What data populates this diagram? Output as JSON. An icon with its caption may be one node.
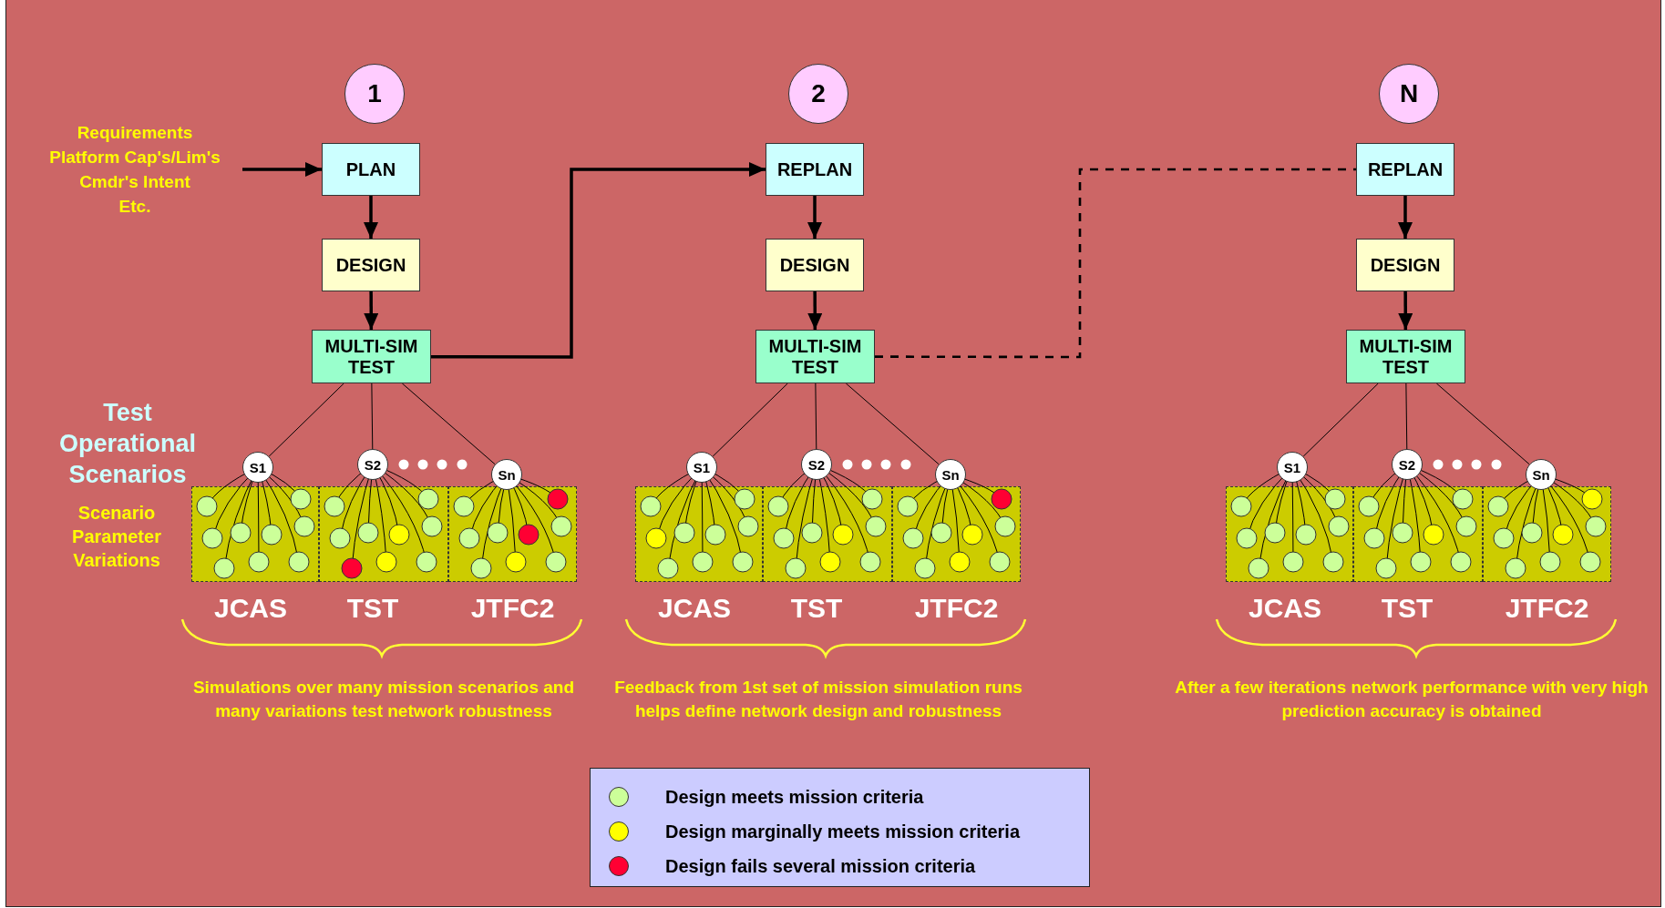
{
  "diagram": {
    "nodes": [
      {
        "text": [
          "Requirements",
          "Platform Cap's/Lim's",
          "Cmdr's Intent",
          "Etc."
        ]
      },
      {
        "text": [
          "1"
        ]
      },
      {
        "text": [
          "PLAN"
        ]
      },
      {
        "text": [
          "DESIGN"
        ]
      },
      {
        "text": [
          "MULTI-SIM TEST"
        ]
      },
      {
        "text": [
          "S1"
        ]
      },
      {
        "text": [
          "S2"
        ]
      },
      {
        "text": [
          "Sn"
        ]
      },
      {
        "text": [],
        "shape": "box",
        "beside": [
          "JCAS"
        ]
      },
      {
        "text": [],
        "shape": "box",
        "beside": [
          "TST"
        ]
      },
      {
        "text": [],
        "shape": "box",
        "beside": [
          "JTFC2"
        ]
      },
      {
        "text": [
          "2"
        ]
      },
      {
        "text": [
          "REPLAN"
        ]
      },
      {
        "text": [
          "DESIGN"
        ]
      },
      {
        "text": [
          "MULTI-SIM TEST"
        ]
      },
      {
        "text": [
          "S1"
        ]
      },
      {
        "text": [
          "S2"
        ]
      },
      {
        "text": [
          "Sn"
        ]
      },
      {
        "text": [],
        "shape": "box",
        "beside": [
          "JCAS"
        ]
      },
      {
        "text": [],
        "shape": "box",
        "beside": [
          "TST"
        ]
      },
      {
        "text": [],
        "shape": "box",
        "beside": [
          "JTFC2"
        ]
      },
      {
        "text": [
          "N"
        ]
      },
      {
        "text": [
          "REPLAN"
        ]
      },
      {
        "text": [
          "DESIGN"
        ]
      },
      {
        "text": [
          "MULTI-SIM TEST"
        ]
      },
      {
        "text": [
          "S1"
        ]
      },
      {
        "text": [
          "S2"
        ]
      },
      {
        "text": [
          "Sn"
        ]
      },
      {
        "text": [],
        "shape": "box",
        "beside": [
          "JCAS"
        ]
      },
      {
        "text": [],
        "shape": "box",
        "beside": [
          "TST"
        ]
      },
      {
        "text": [],
        "shape": "box",
        "beside": [
          "JTFC2"
        ]
      }
    ],
    "edges": [
      {
        "from": 0,
        "to": 2,
        "arrow": "to"
      },
      {
        "from": 2,
        "to": 3,
        "arrow": "to"
      },
      {
        "from": 3,
        "to": 4,
        "arrow": "to"
      },
      {
        "from": 4,
        "to": 5,
        "arrow": "none"
      },
      {
        "from": 4,
        "to": 6,
        "arrow": "none"
      },
      {
        "from": 4,
        "to": 7,
        "arrow": "none"
      },
      {
        "from": 4,
        "to": 12,
        "arrow": "to"
      },
      {
        "from": 12,
        "to": 13,
        "arrow": "to"
      },
      {
        "from": 13,
        "to": 14,
        "arrow": "to"
      },
      {
        "from": 14,
        "to": 15,
        "arrow": "none"
      },
      {
        "from": 14,
        "to": 16,
        "arrow": "none"
      },
      {
        "from": 14,
        "to": 17,
        "arrow": "none"
      },
      {
        "from": 14,
        "to": 22,
        "arrow": "none",
        "style": "dashed"
      },
      {
        "from": 22,
        "to": 23,
        "arrow": "to"
      },
      {
        "from": 23,
        "to": 24,
        "arrow": "to"
      },
      {
        "from": 24,
        "to": 25,
        "arrow": "none"
      },
      {
        "from": 24,
        "to": 26,
        "arrow": "none"
      },
      {
        "from": 24,
        "to": 27,
        "arrow": "none"
      }
    ],
    "labels": [
      "Test Operational Scenarios",
      "Scenario Parameter Variations",
      "Simulations over many mission scenarios and many variations test network robustness",
      "Feedback from 1st set of mission simulation runs helps define network design and robustness",
      "After a few iterations network performance with very high prediction accuracy is obtained"
    ],
    "legend": [
      {
        "text": "Design meets mission criteria",
        "color": "#ccff99"
      },
      {
        "text": "Design marginally meets mission criteria",
        "color": "#ffff00"
      },
      {
        "text": "Design fails several mission criteria",
        "color": "#ff0033"
      }
    ]
  }
}
